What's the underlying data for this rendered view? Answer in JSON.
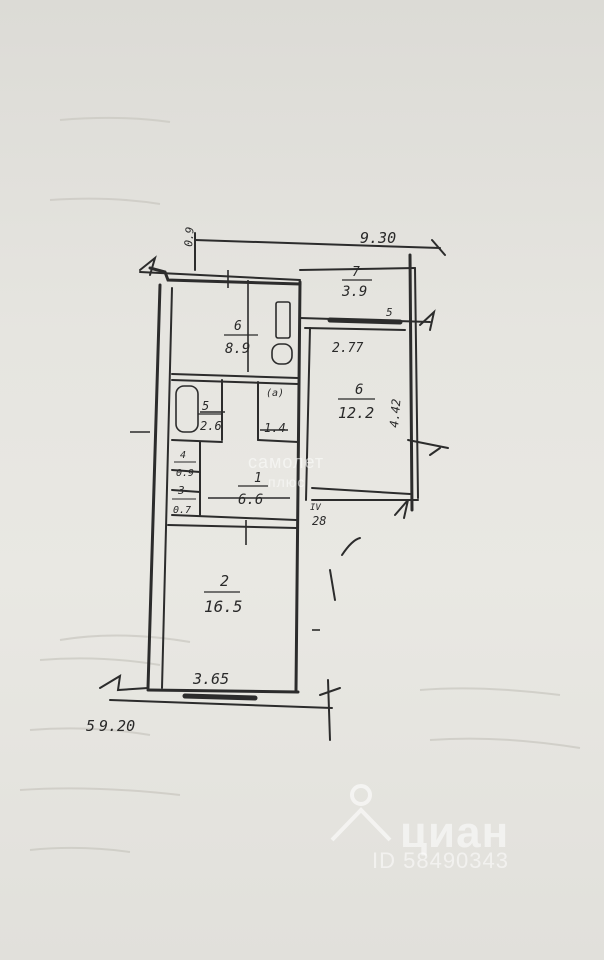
{
  "plan": {
    "dims": {
      "top": "9.30",
      "top_left": "0.9",
      "bottom_width": "3.65",
      "bottom_left": "9.20",
      "bottom_prefix": "5",
      "room6_width": "2.77",
      "side_right": "4.42",
      "small_28": "28",
      "small_5": "5",
      "small_iv": "IV",
      "small_a": "(a)"
    },
    "rooms": [
      {
        "num": "7",
        "area": "3.9"
      },
      {
        "num": "6",
        "area": "8.9"
      },
      {
        "num": "6",
        "area": "12.2"
      },
      {
        "num": "5",
        "area": "2.6"
      },
      {
        "num": "",
        "area": "1.4"
      },
      {
        "num": "4",
        "area": "0.9"
      },
      {
        "num": "3",
        "area": "0.7"
      },
      {
        "num": "1",
        "area": "6.6"
      },
      {
        "num": "2",
        "area": "16.5"
      }
    ]
  },
  "watermarks": {
    "samolet_1": "самолет",
    "samolet_2": "плюс",
    "cian_name": "циан",
    "cian_id": "ID 58490343"
  }
}
